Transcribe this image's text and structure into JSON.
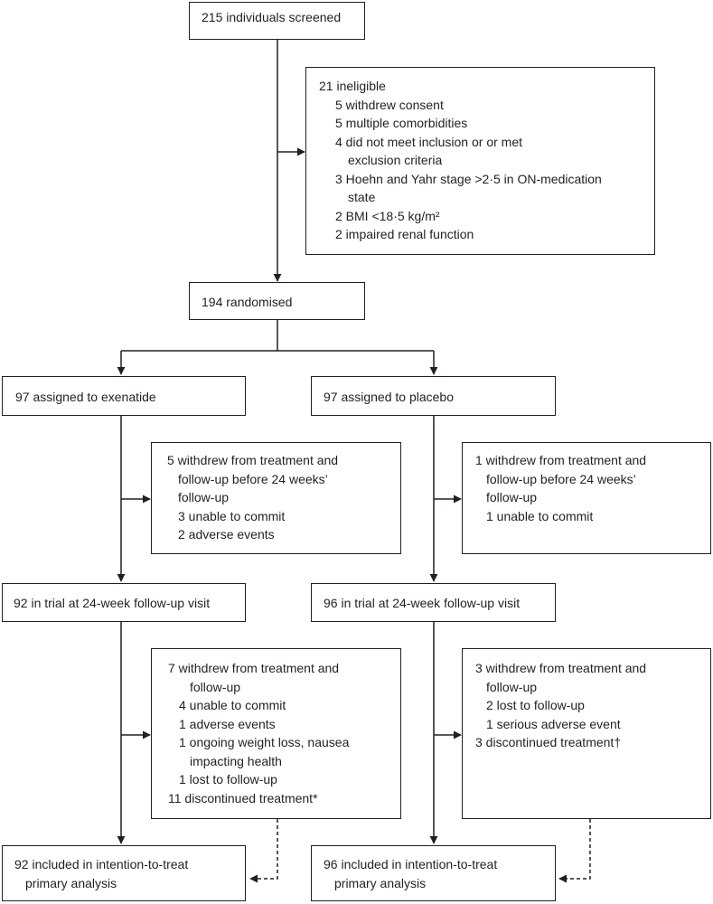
{
  "screened": "215 individuals screened",
  "ineligible": {
    "title": "21 ineligible",
    "items": [
      "5 withdrew consent",
      "5 multiple comorbidities",
      "4 did not meet inclusion or or met",
      "exclusion criteria",
      "3 Hoehn and Yahr stage >2·5 in ON-medication",
      "state",
      "2 BMI <18·5 kg/m²",
      "2 impaired renal function"
    ]
  },
  "randomised": "194 randomised",
  "exenatide": {
    "assigned": "97 assigned to exenatide",
    "withdrawal1": [
      "5 withdrew from treatment and",
      "follow-up before 24 weeks’",
      "follow-up",
      "3 unable to commit",
      "2 adverse events"
    ],
    "in_trial": "92 in trial at 24-week follow-up visit",
    "withdrawal2": [
      "7 withdrew from treatment and",
      "follow-up",
      "4 unable to commit",
      "1 adverse events",
      "1 ongoing weight loss, nausea",
      "impacting health",
      "1 lost to follow-up",
      "11 discontinued treatment*"
    ],
    "included": [
      "92 included in intention-to-treat",
      "primary analysis"
    ]
  },
  "placebo": {
    "assigned": "97 assigned to placebo",
    "withdrawal1": [
      "1 withdrew from treatment and",
      "follow-up before 24 weeks’",
      "follow-up",
      "1 unable to commit"
    ],
    "in_trial": "96 in trial at 24-week follow-up visit",
    "withdrawal2": [
      "3 withdrew from treatment and",
      "follow-up",
      "2 lost to follow-up",
      "1 serious adverse event",
      "3 discontinued treatment†"
    ],
    "included": [
      "96 included in intention-to-treat",
      "primary analysis"
    ]
  }
}
